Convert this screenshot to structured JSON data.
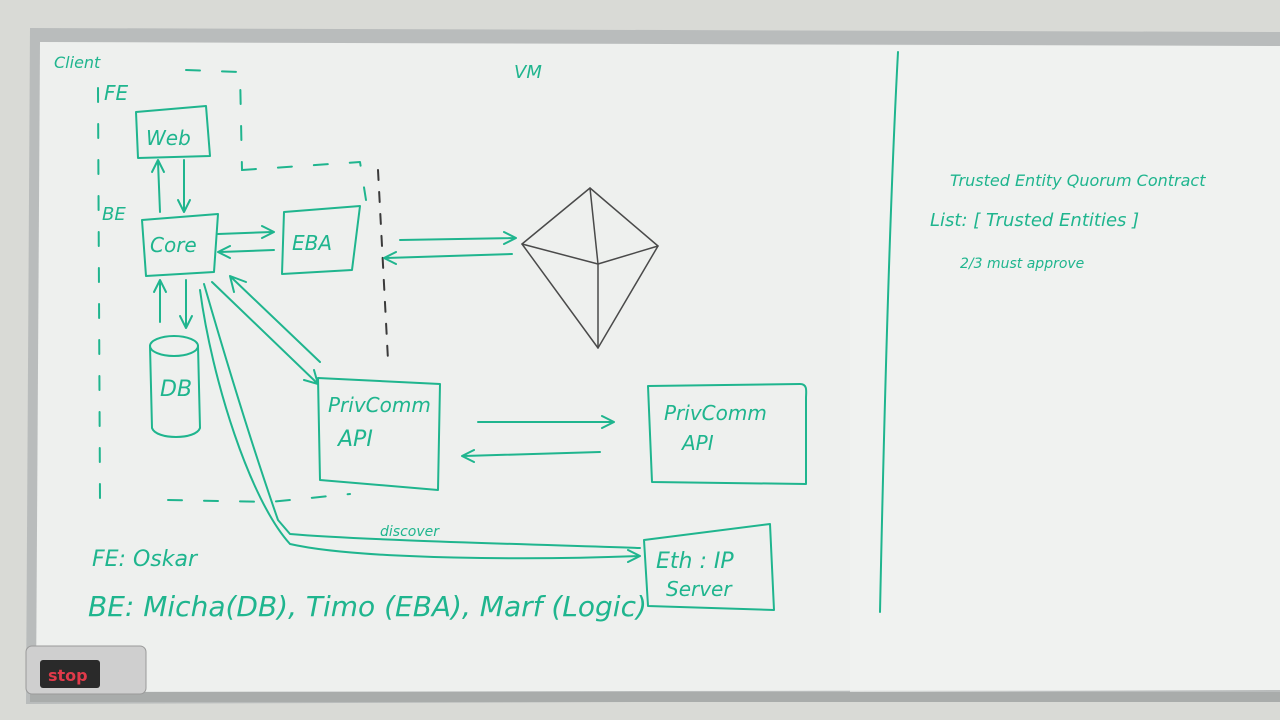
{
  "colors": {
    "wall": "#d9dad6",
    "board": "#eef0ee",
    "frame": "#b9bcbc",
    "marker_green": "#1fb58e",
    "marker_dark": "#3a3a3a",
    "eraser": "#cfcfcf",
    "eraser_logo_bg": "#2a2a2a",
    "eraser_logo_fg": "#e03a4a"
  },
  "labels": {
    "client": "Client",
    "fe_section": "FE",
    "be_section": "BE",
    "vm": "VM",
    "web": "Web",
    "core": "Core",
    "eba": "EBA",
    "db": "DB",
    "privcomm_left_1": "PrivComm",
    "privcomm_left_2": "API",
    "privcomm_right_1": "PrivComm",
    "privcomm_right_2": "API",
    "discover": "discover",
    "eth_1": "Eth : IP",
    "eth_2": "Server",
    "fe_team": "FE: Oskar",
    "be_team": "BE: Micha(DB), Timo (EBA), Marf (Logic)",
    "contract_title": "Trusted Entity Quorum Contract",
    "contract_list": "List: [ Trusted Entities ]",
    "contract_rule": "2/3 must approve",
    "eraser_logo": "stop"
  },
  "icons": {
    "ethereum": "ethereum-diamond-icon"
  }
}
